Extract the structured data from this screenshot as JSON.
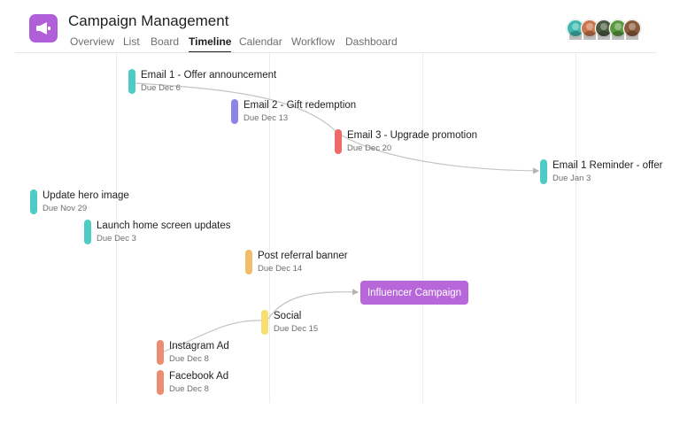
{
  "project": {
    "title": "Campaign Management",
    "icon": "megaphone-icon",
    "icon_color": "#b05fd8"
  },
  "tabs": [
    {
      "label": "Overview"
    },
    {
      "label": "List"
    },
    {
      "label": "Board"
    },
    {
      "label": "Timeline",
      "active": true
    },
    {
      "label": "Calendar"
    },
    {
      "label": "Workflow"
    },
    {
      "label": "Dashboard"
    }
  ],
  "members": [
    {
      "name": "member-1",
      "color": "#3fb9b0"
    },
    {
      "name": "member-2",
      "color": "#c9764e"
    },
    {
      "name": "member-3",
      "color": "#4a5a40"
    },
    {
      "name": "member-4",
      "color": "#5a9a3e"
    },
    {
      "name": "member-5",
      "color": "#8a5a3a"
    }
  ],
  "tasks": [
    {
      "name": "Email 1 - Offer announcement",
      "due": "Due Dec 6",
      "color": "#4ecbc4"
    },
    {
      "name": "Email 2 - Gift redemption",
      "due": "Due Dec 13",
      "color": "#8d84e8"
    },
    {
      "name": "Email 3 - Upgrade promotion",
      "due": "Due Dec 20",
      "color": "#f06a6a"
    },
    {
      "name": "Email 1 Reminder - offer",
      "due": "Due Jan 3",
      "color": "#4ecbc4"
    },
    {
      "name": "Update hero image",
      "due": "Due Nov 29",
      "color": "#4ecbc4"
    },
    {
      "name": "Launch home screen updates",
      "due": "Due Dec 3",
      "color": "#4ecbc4"
    },
    {
      "name": "Post referral banner",
      "due": "Due Dec 14",
      "color": "#f1bd6c"
    },
    {
      "name": "Social",
      "due": "Due Dec 15",
      "color": "#f8df72"
    },
    {
      "name": "Instagram Ad",
      "due": "Due Dec 8",
      "color": "#ec8d71"
    },
    {
      "name": "Facebook Ad",
      "due": "Due Dec 8",
      "color": "#ec8d71"
    }
  ],
  "milestone": {
    "label": "Influencer Campaign",
    "color": "#b767da"
  }
}
